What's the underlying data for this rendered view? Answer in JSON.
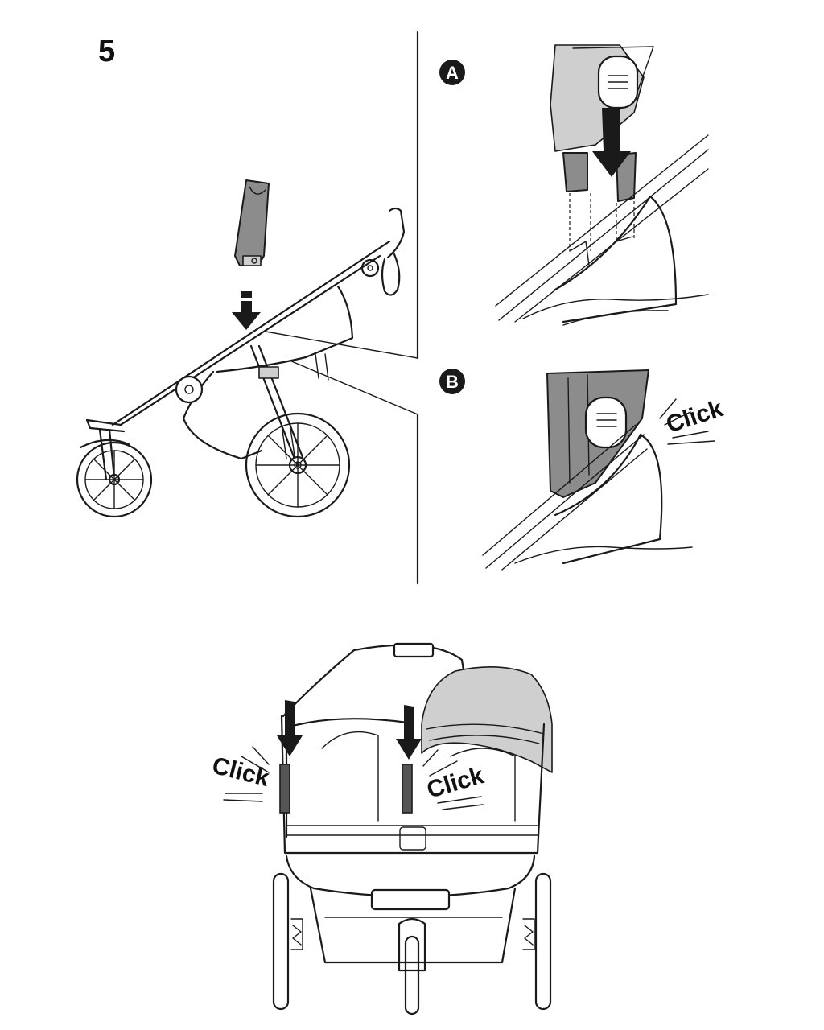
{
  "step": {
    "number": "5"
  },
  "detail_a": {
    "badge": "A"
  },
  "detail_b": {
    "badge": "B",
    "sound": "Click"
  },
  "front_view": {
    "sound_left": "Click",
    "sound_right": "Click"
  },
  "icons": [
    "down-arrow-icon",
    "click-sound-icon"
  ],
  "colors": {
    "ink": "#1a1a1a",
    "adapter_grey": "#8c8c8c",
    "light_grey": "#cfcfcf"
  }
}
